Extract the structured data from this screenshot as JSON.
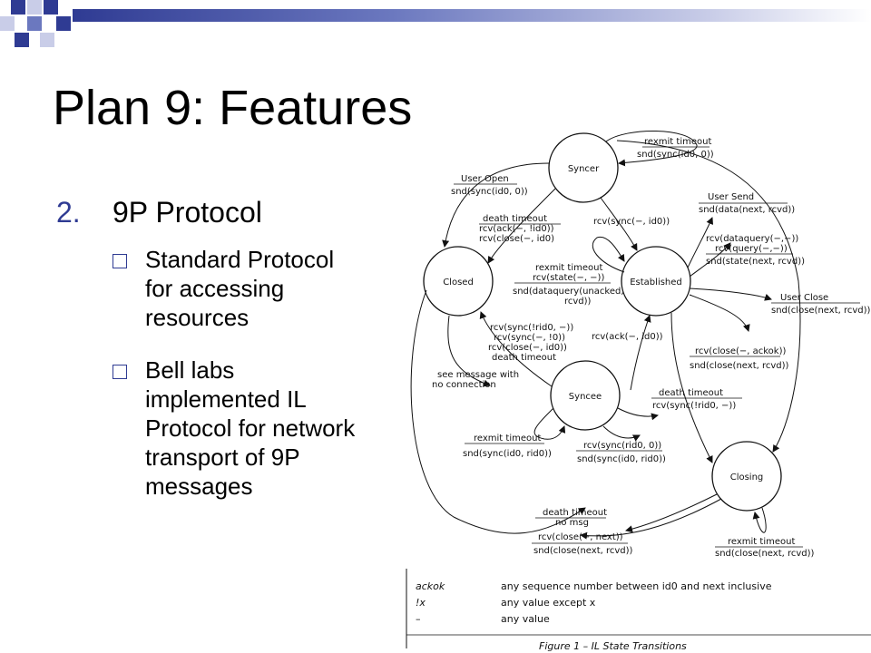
{
  "slide": {
    "title": "Plan 9: Features",
    "item_number": "2.",
    "item_heading": "9P Protocol",
    "bullets": [
      {
        "lines": [
          "Standard Protocol",
          "for accessing",
          "resources"
        ]
      },
      {
        "lines": [
          "Bell labs",
          "implemented IL",
          "Protocol for network",
          "transport of 9P",
          "messages"
        ]
      }
    ]
  },
  "diagram": {
    "states": [
      "Syncer",
      "Closed",
      "Established",
      "Syncee",
      "Closing"
    ],
    "labels": {
      "l1a": "rexmit timeout",
      "l1b": "snd(sync(id0, 0))",
      "l2a": "User Open",
      "l2b": "snd(sync(id0, 0))",
      "l3a": "death timeout",
      "l3b": "rcv(ack(−, !id0))",
      "l3c": "rcv(close(−, id0)",
      "l4": "rcv(sync(−, id0))",
      "l5a": "User Send",
      "l5b": "snd(data(next, rcvd))",
      "l6a": "rcv(dataquery(−,−))",
      "l6b": "rcv(query(−,−))",
      "l6c": "snd(state(next, rcvd))",
      "l7a": "rexmit timeout",
      "l7b": "rcv(state(−, −))",
      "l7c": "snd(dataquery(unacked,",
      "l7d": "rcvd))",
      "l8a": "User Close",
      "l8b": "snd(close(next, rcvd))",
      "l9a": "rcv(sync(!rid0, −))",
      "l9b": "rcv(sync(−, !0))",
      "l9c": "rcv(close(−, id0))",
      "l9d": "death timeout",
      "l10": "rcv(ack(−, id0))",
      "l11a": "rcv(close(−, ackok))",
      "l11b": "snd(close(next, rcvd))",
      "l12a": "see message with",
      "l12b": "no connection",
      "l13a": "death timeout",
      "l13b": "rcv(sync(!rid0, −))",
      "l14a": "rexmit timeout",
      "l14b": "snd(sync(id0, rid0))",
      "l15a": "rcv(sync(rid0, 0))",
      "l15b": "snd(sync(id0, rid0))",
      "l16a": "death timeout",
      "l16b": "no msg",
      "l17a": "rcv(close(−, next))",
      "l17b": "snd(close(next, rcvd))",
      "l18a": "rexmit timeout",
      "l18b": "snd(close(next, rcvd))"
    },
    "legend": [
      {
        "term": "ackok",
        "desc": "any sequence number between id0 and next inclusive"
      },
      {
        "term": "!x",
        "desc": "any value except x"
      },
      {
        "term": "–",
        "desc": "any value"
      }
    ],
    "caption": "Figure 1 – IL State Transitions"
  },
  "colors": {
    "accent": "#2f3b93",
    "text": "#000000"
  }
}
